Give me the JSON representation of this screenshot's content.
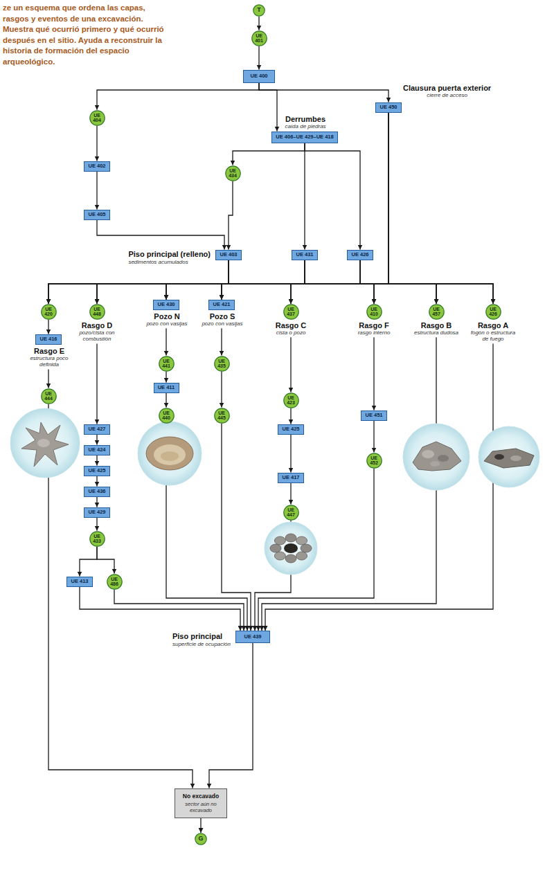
{
  "diagram": {
    "nodes": [
      {
        "text": [
          "T"
        ]
      },
      {
        "text": [
          "UE 401"
        ]
      },
      {
        "text": [
          "UE 400"
        ]
      },
      {
        "text": [
          "UE 404"
        ]
      },
      {
        "text": [
          "UE 406–UE 429–UE 418",
          "Derrumbes",
          "caída de piedras"
        ]
      },
      {
        "text": [
          "UE 450",
          "Clausura puerta exterior",
          "cierre de acceso"
        ]
      },
      {
        "text": [
          "UE 402"
        ]
      },
      {
        "text": [
          "UE 434"
        ]
      },
      {
        "text": [
          "UE 405"
        ]
      },
      {
        "text": [
          "UE 403",
          "Piso principal (relleno)",
          "sedimentos acumulados"
        ]
      },
      {
        "text": [
          "UE 431"
        ]
      },
      {
        "text": [
          "UE 426"
        ]
      },
      {
        "text": [
          "UE 420"
        ]
      },
      {
        "text": [
          "UE 448",
          "Rasgo D",
          "pozo/cista con combustión"
        ]
      },
      {
        "text": [
          "UE 430",
          "Pozo N",
          "pozo con vasijas"
        ]
      },
      {
        "text": [
          "UE 421",
          "Pozo S",
          "pozo con vasijas"
        ]
      },
      {
        "text": [
          "UE 437",
          "Rasgo C",
          "cista o pozo"
        ]
      },
      {
        "text": [
          "UE 410",
          "Rasgo F",
          "rasgo interno"
        ]
      },
      {
        "text": [
          "UE 457",
          "Rasgo B",
          "estructura dudosa"
        ]
      },
      {
        "text": [
          "UE 426",
          "Rasgo A",
          "fogón o estructura de fuego"
        ]
      },
      {
        "text": [
          "UE 416",
          "Rasgo E",
          "estructura poco definida"
        ]
      },
      {
        "text": [
          "UE 444"
        ]
      },
      {
        "text": [
          "UE 427"
        ]
      },
      {
        "text": [
          "UE 424"
        ]
      },
      {
        "text": [
          "UE 425"
        ]
      },
      {
        "text": [
          "UE 436"
        ]
      },
      {
        "text": [
          "UE 429"
        ]
      },
      {
        "text": [
          "UE 433"
        ]
      },
      {
        "text": [
          "UE 413"
        ]
      },
      {
        "text": [
          "UE 486"
        ]
      },
      {
        "text": [
          "UE 441"
        ]
      },
      {
        "text": [
          "UE 411"
        ]
      },
      {
        "text": [
          "UE 440"
        ]
      },
      {
        "text": [
          "UE 435"
        ]
      },
      {
        "text": [
          "UE 445"
        ]
      },
      {
        "text": [
          "UE 423"
        ]
      },
      {
        "text": [
          "UE 425"
        ]
      },
      {
        "text": [
          "UE 417"
        ]
      },
      {
        "text": [
          "UE 447"
        ]
      },
      {
        "text": [
          "UE 451"
        ]
      },
      {
        "text": [
          "UE 452"
        ]
      },
      {
        "text": [
          "UE 439",
          "Piso principal",
          "superficie de ocupación"
        ]
      },
      {
        "text": [
          "No excavado",
          "sector aún no excavado"
        ]
      },
      {
        "text": [
          "G"
        ]
      }
    ],
    "edges": [
      {
        "from": 0,
        "to": 1,
        "arrow": "to"
      },
      {
        "from": 1,
        "to": 2,
        "arrow": "to"
      },
      {
        "from": 2,
        "to": 3,
        "arrow": "to"
      },
      {
        "from": 2,
        "to": 4,
        "arrow": "to"
      },
      {
        "from": 2,
        "to": 5,
        "arrow": "to"
      },
      {
        "from": 3,
        "to": 6,
        "arrow": "to"
      },
      {
        "from": 6,
        "to": 8,
        "arrow": "to"
      },
      {
        "from": 8,
        "to": 9,
        "arrow": "to"
      },
      {
        "from": 4,
        "to": 7,
        "arrow": "to"
      },
      {
        "from": 7,
        "to": 9,
        "arrow": "to"
      },
      {
        "from": 4,
        "to": 10,
        "arrow": "to"
      },
      {
        "from": 4,
        "to": 11,
        "arrow": "to"
      },
      {
        "from": 9,
        "to": 12,
        "arrow": "to"
      },
      {
        "from": 9,
        "to": 13,
        "arrow": "to"
      },
      {
        "from": 9,
        "to": 14,
        "arrow": "to"
      },
      {
        "from": 9,
        "to": 15,
        "arrow": "to"
      },
      {
        "from": 9,
        "to": 16,
        "arrow": "to"
      },
      {
        "from": 9,
        "to": 17,
        "arrow": "to"
      },
      {
        "from": 9,
        "to": 18,
        "arrow": "to"
      },
      {
        "from": 9,
        "to": 19,
        "arrow": "to"
      },
      {
        "from": 10,
        "to": 12,
        "arrow": "to"
      },
      {
        "from": 10,
        "to": 13,
        "arrow": "to"
      },
      {
        "from": 10,
        "to": 14,
        "arrow": "to"
      },
      {
        "from": 10,
        "to": 15,
        "arrow": "to"
      },
      {
        "from": 10,
        "to": 16,
        "arrow": "to"
      },
      {
        "from": 10,
        "to": 17,
        "arrow": "to"
      },
      {
        "from": 10,
        "to": 18,
        "arrow": "to"
      },
      {
        "from": 10,
        "to": 19,
        "arrow": "to"
      },
      {
        "from": 11,
        "to": 12,
        "arrow": "to"
      },
      {
        "from": 11,
        "to": 13,
        "arrow": "to"
      },
      {
        "from": 11,
        "to": 14,
        "arrow": "to"
      },
      {
        "from": 11,
        "to": 15,
        "arrow": "to"
      },
      {
        "from": 11,
        "to": 16,
        "arrow": "to"
      },
      {
        "from": 11,
        "to": 17,
        "arrow": "to"
      },
      {
        "from": 11,
        "to": 18,
        "arrow": "to"
      },
      {
        "from": 11,
        "to": 19,
        "arrow": "to"
      },
      {
        "from": 5,
        "to": 12,
        "arrow": "to"
      },
      {
        "from": 5,
        "to": 13,
        "arrow": "to"
      },
      {
        "from": 5,
        "to": 14,
        "arrow": "to"
      },
      {
        "from": 5,
        "to": 15,
        "arrow": "to"
      },
      {
        "from": 5,
        "to": 16,
        "arrow": "to"
      },
      {
        "from": 5,
        "to": 17,
        "arrow": "to"
      },
      {
        "from": 5,
        "to": 18,
        "arrow": "to"
      },
      {
        "from": 5,
        "to": 19,
        "arrow": "to"
      },
      {
        "from": 12,
        "to": 20,
        "arrow": "to"
      },
      {
        "from": 20,
        "to": 21,
        "arrow": "to"
      },
      {
        "from": 21,
        "to": 42,
        "arrow": "to"
      },
      {
        "from": 13,
        "to": 22,
        "arrow": "to"
      },
      {
        "from": 22,
        "to": 23,
        "arrow": "to"
      },
      {
        "from": 23,
        "to": 24,
        "arrow": "to"
      },
      {
        "from": 24,
        "to": 25,
        "arrow": "to"
      },
      {
        "from": 25,
        "to": 26,
        "arrow": "to"
      },
      {
        "from": 26,
        "to": 27,
        "arrow": "to"
      },
      {
        "from": 27,
        "to": 28,
        "arrow": "to"
      },
      {
        "from": 27,
        "to": 29,
        "arrow": "to"
      },
      {
        "from": 28,
        "to": 41,
        "arrow": "to"
      },
      {
        "from": 29,
        "to": 41,
        "arrow": "to"
      },
      {
        "from": 14,
        "to": 30,
        "arrow": "to"
      },
      {
        "from": 30,
        "to": 31,
        "arrow": "to"
      },
      {
        "from": 31,
        "to": 32,
        "arrow": "to"
      },
      {
        "from": 32,
        "to": 41,
        "arrow": "to"
      },
      {
        "from": 15,
        "to": 33,
        "arrow": "to"
      },
      {
        "from": 33,
        "to": 34,
        "arrow": "to"
      },
      {
        "from": 34,
        "to": 41,
        "arrow": "to"
      },
      {
        "from": 16,
        "to": 35,
        "arrow": "to"
      },
      {
        "from": 35,
        "to": 36,
        "arrow": "to"
      },
      {
        "from": 36,
        "to": 37,
        "arrow": "to"
      },
      {
        "from": 37,
        "to": 38,
        "arrow": "to"
      },
      {
        "from": 38,
        "to": 41,
        "arrow": "to"
      },
      {
        "from": 17,
        "to": 39,
        "arrow": "to"
      },
      {
        "from": 39,
        "to": 40,
        "arrow": "to"
      },
      {
        "from": 40,
        "to": 41,
        "arrow": "to"
      },
      {
        "from": 18,
        "to": 41,
        "arrow": "to"
      },
      {
        "from": 19,
        "to": 41,
        "arrow": "to"
      },
      {
        "from": 41,
        "to": 42,
        "arrow": "to"
      },
      {
        "from": 42,
        "to": 43,
        "arrow": "to"
      }
    ],
    "labels": [
      "ze un esquema que ordena las capas, rasgos y eventos de una excavación. Muestra qué ocurrió primero y qué ocurrió después en el sitio. Ayuda a reconstruir la historia de formación del espacio arqueológico."
    ]
  }
}
